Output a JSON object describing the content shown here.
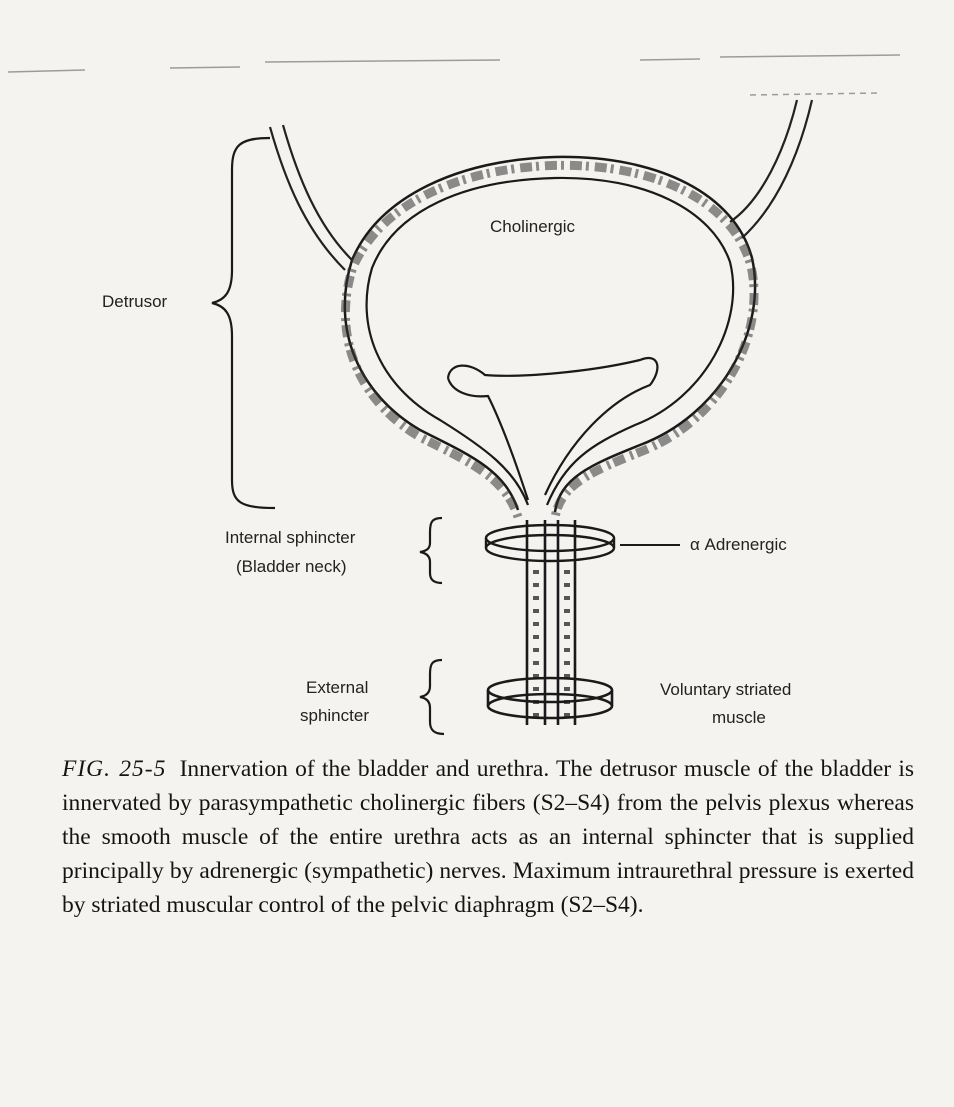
{
  "figure": {
    "labels": {
      "detrusor": "Detrusor",
      "cholinergic": "Cholinergic",
      "internal_sphincter": "Internal sphincter",
      "bladder_neck": "(Bladder neck)",
      "alpha_adrenergic": "α Adrenergic",
      "external_sphincter_line1": "External",
      "external_sphincter_line2": "sphincter",
      "voluntary_line1": "Voluntary striated",
      "voluntary_line2": "muscle"
    }
  },
  "caption": {
    "fig_number": "FIG. 25-5",
    "text": "Innervation of the bladder and urethra. The detrusor muscle of the bladder is innervated by parasympathetic cholinergic fibers (S2–S4) from the pelvis plexus whereas the smooth muscle of the entire urethra acts as an internal sphincter that is supplied principally by adrenergic (sympathetic) nerves. Maximum intraurethral pressure is exerted by striated muscular control of the pelvic diaphragm (S2–S4)."
  }
}
